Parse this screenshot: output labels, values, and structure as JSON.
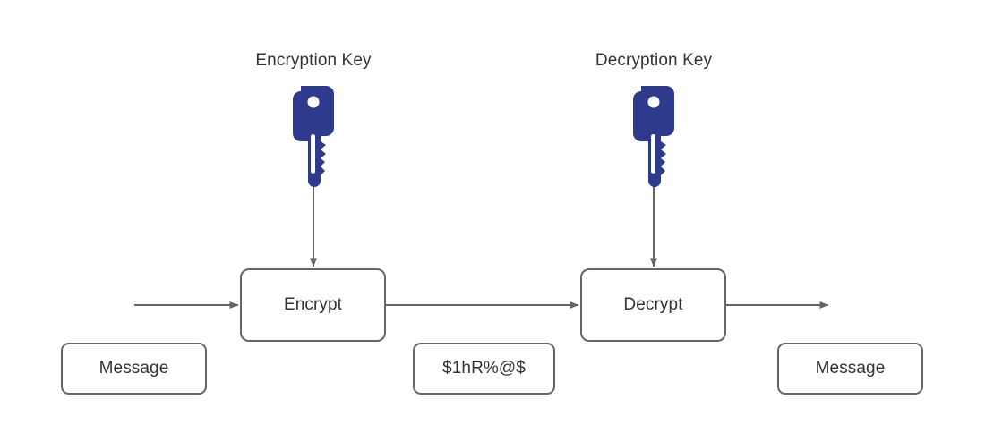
{
  "diagram": {
    "title_type": "symmetric-encryption-flow",
    "background_color": "#ffffff",
    "key_color": "#2E3A8C",
    "stroke_color": "#666666",
    "text_color": "#333333",
    "labels": {
      "encryption_key": "Encryption Key",
      "decryption_key": "Decryption Key"
    },
    "processes": {
      "encrypt": "Encrypt",
      "decrypt": "Decrypt"
    },
    "data": {
      "plaintext_in": "Message",
      "ciphertext": "$1hR%@$",
      "plaintext_out": "Message"
    },
    "icons": {
      "encryption_key_icon": "key-icon",
      "decryption_key_icon": "key-icon"
    },
    "flow": [
      {
        "from": "input",
        "to": "Encrypt",
        "arrow": "right"
      },
      {
        "from": "Encryption Key",
        "to": "Encrypt",
        "arrow": "down"
      },
      {
        "from": "Encrypt",
        "to": "Decrypt",
        "arrow": "right"
      },
      {
        "from": "Decryption Key",
        "to": "Decrypt",
        "arrow": "down"
      },
      {
        "from": "Decrypt",
        "to": "output",
        "arrow": "right"
      }
    ]
  }
}
